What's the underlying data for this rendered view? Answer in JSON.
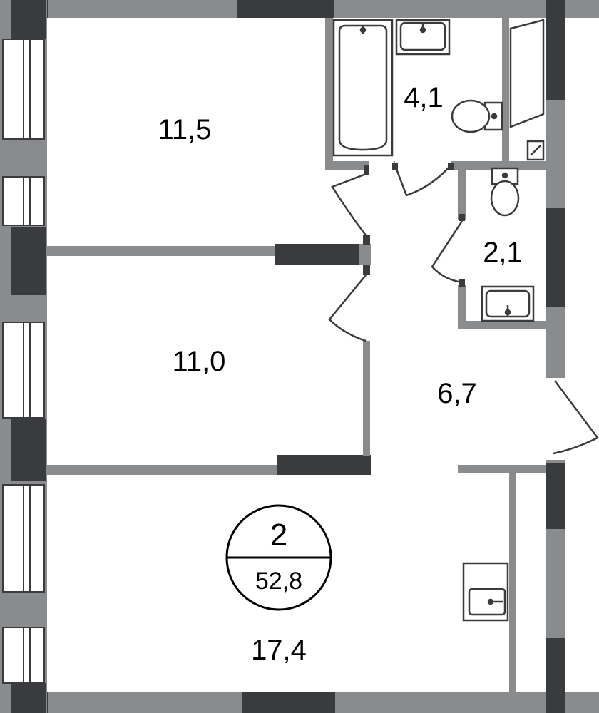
{
  "colors": {
    "wall": "#8a8b8d",
    "wall_dark": "#3a3b3d",
    "background": "#ffffff",
    "fixture": "#3a3b3d",
    "text": "#000000"
  },
  "rooms": {
    "bedroom_1": "11,5",
    "bedroom_2": "11,0",
    "living": "17,4",
    "bathroom": "4,1",
    "toilet": "2,1",
    "hall": "6,7"
  },
  "badge": {
    "rooms_count": "2",
    "total_area": "52,8"
  }
}
